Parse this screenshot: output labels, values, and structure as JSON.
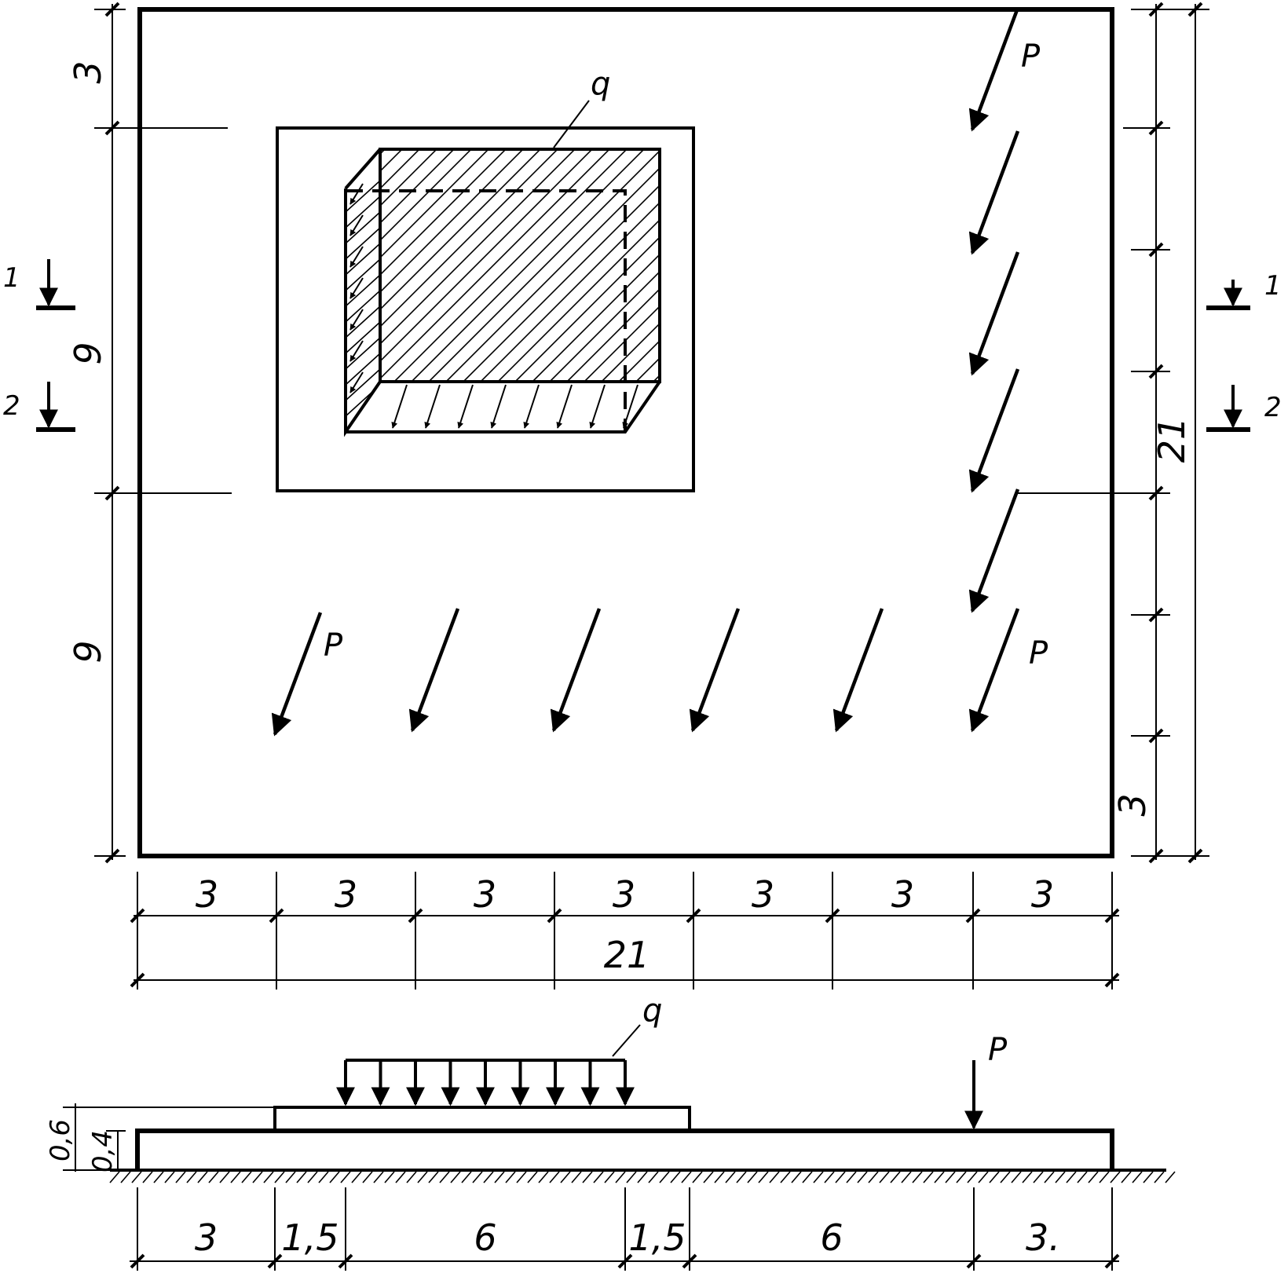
{
  "labels": {
    "load_p": "P",
    "load_q": "q",
    "section_1": "1",
    "section_2": "2"
  },
  "plan_dimensions": {
    "left": [
      "3",
      "9",
      "9"
    ],
    "right_segments": [
      "3"
    ],
    "right_total": "21",
    "bottom_segments": [
      "3",
      "3",
      "3",
      "3",
      "3",
      "3",
      "3"
    ],
    "bottom_total": "21"
  },
  "section_dimensions": {
    "heights": [
      "0,6",
      "0,4"
    ],
    "bottom": [
      "3",
      "1,5",
      "6",
      "1,5",
      "6",
      "3."
    ]
  }
}
